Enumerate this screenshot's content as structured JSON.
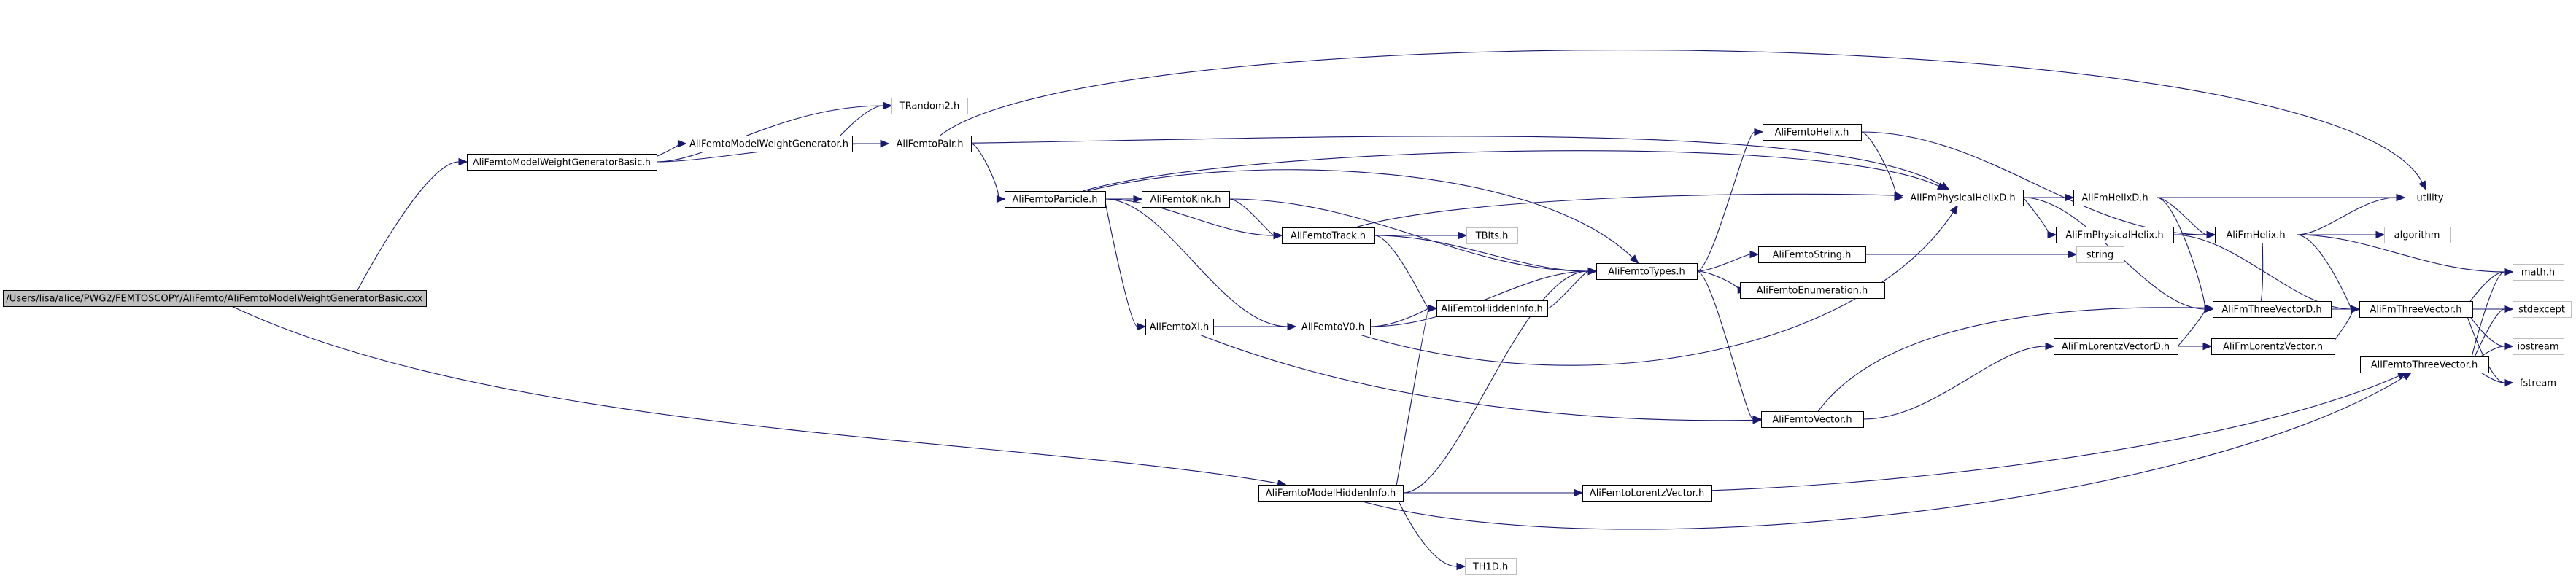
{
  "graph": {
    "edge_color": "#191970",
    "root_fill": "#bfbfbf",
    "system_border": "#bfbfbf",
    "nodes": [
      {
        "id": "root",
        "label": "/Users/lisa/alice/PWG2/FEMTOSCOPY/AliFemto/AliFemtoModelWeightGeneratorBasic.cxx",
        "kind": "root"
      },
      {
        "id": "wgbasic",
        "label": "AliFemtoModelWeightGeneratorBasic.h",
        "kind": "internal"
      },
      {
        "id": "hiddeninfo_model",
        "label": "AliFemtoModelHiddenInfo.h",
        "kind": "internal"
      },
      {
        "id": "trandom2",
        "label": "TRandom2.h",
        "kind": "system"
      },
      {
        "id": "wg",
        "label": "AliFemtoModelWeightGenerator.h",
        "kind": "internal"
      },
      {
        "id": "pair",
        "label": "AliFemtoPair.h",
        "kind": "internal"
      },
      {
        "id": "particle",
        "label": "AliFemtoParticle.h",
        "kind": "internal"
      },
      {
        "id": "kink",
        "label": "AliFemtoKink.h",
        "kind": "internal"
      },
      {
        "id": "track",
        "label": "AliFemtoTrack.h",
        "kind": "internal"
      },
      {
        "id": "xi",
        "label": "AliFemtoXi.h",
        "kind": "internal"
      },
      {
        "id": "v0",
        "label": "AliFemtoV0.h",
        "kind": "internal"
      },
      {
        "id": "hiddeninfo",
        "label": "AliFemtoHiddenInfo.h",
        "kind": "internal"
      },
      {
        "id": "tbits",
        "label": "TBits.h",
        "kind": "system"
      },
      {
        "id": "types",
        "label": "AliFemtoTypes.h",
        "kind": "internal"
      },
      {
        "id": "helix",
        "label": "AliFemtoHelix.h",
        "kind": "internal"
      },
      {
        "id": "femtostring",
        "label": "AliFemtoString.h",
        "kind": "internal"
      },
      {
        "id": "enumeration",
        "label": "AliFemtoEnumeration.h",
        "kind": "internal"
      },
      {
        "id": "femtovector",
        "label": "AliFemtoVector.h",
        "kind": "internal"
      },
      {
        "id": "lorentzvector",
        "label": "AliFemtoLorentzVector.h",
        "kind": "internal"
      },
      {
        "id": "th1d",
        "label": "TH1D.h",
        "kind": "system"
      },
      {
        "id": "physhelixd",
        "label": "AliFmPhysicalHelixD.h",
        "kind": "internal"
      },
      {
        "id": "stringsys",
        "label": "string",
        "kind": "system"
      },
      {
        "id": "fmhelixd",
        "label": "AliFmHelixD.h",
        "kind": "internal"
      },
      {
        "id": "physhelix",
        "label": "AliFmPhysicalHelix.h",
        "kind": "internal"
      },
      {
        "id": "threevecd",
        "label": "AliFmThreeVectorD.h",
        "kind": "internal"
      },
      {
        "id": "lorentzvecd",
        "label": "AliFmLorentzVectorD.h",
        "kind": "internal"
      },
      {
        "id": "fmlorentzvec",
        "label": "AliFmLorentzVector.h",
        "kind": "internal"
      },
      {
        "id": "femtothreevec",
        "label": "AliFemtoThreeVector.h",
        "kind": "internal"
      },
      {
        "id": "fmhelix",
        "label": "AliFmHelix.h",
        "kind": "internal"
      },
      {
        "id": "fmthreevec",
        "label": "AliFmThreeVector.h",
        "kind": "internal"
      },
      {
        "id": "utility",
        "label": "utility",
        "kind": "system"
      },
      {
        "id": "algorithm",
        "label": "algorithm",
        "kind": "system"
      },
      {
        "id": "mathh",
        "label": "math.h",
        "kind": "system"
      },
      {
        "id": "stdexcept",
        "label": "stdexcept",
        "kind": "system"
      },
      {
        "id": "iostream",
        "label": "iostream",
        "kind": "system"
      },
      {
        "id": "fstream",
        "label": "fstream",
        "kind": "system"
      }
    ],
    "edges": [
      [
        "root",
        "wgbasic"
      ],
      [
        "root",
        "hiddeninfo_model"
      ],
      [
        "wgbasic",
        "trandom2"
      ],
      [
        "wgbasic",
        "wg"
      ],
      [
        "wgbasic",
        "pair"
      ],
      [
        "wg",
        "trandom2"
      ],
      [
        "wg",
        "pair"
      ],
      [
        "pair",
        "particle"
      ],
      [
        "pair",
        "utility"
      ],
      [
        "pair",
        "physhelixd"
      ],
      [
        "particle",
        "kink"
      ],
      [
        "particle",
        "track"
      ],
      [
        "particle",
        "types"
      ],
      [
        "particle",
        "xi"
      ],
      [
        "particle",
        "v0"
      ],
      [
        "particle",
        "physhelixd"
      ],
      [
        "kink",
        "track"
      ],
      [
        "kink",
        "types"
      ],
      [
        "track",
        "types"
      ],
      [
        "track",
        "tbits"
      ],
      [
        "track",
        "hiddeninfo"
      ],
      [
        "track",
        "physhelixd"
      ],
      [
        "xi",
        "v0"
      ],
      [
        "xi",
        "femtovector"
      ],
      [
        "v0",
        "hiddeninfo"
      ],
      [
        "v0",
        "types"
      ],
      [
        "v0",
        "physhelixd"
      ],
      [
        "hiddeninfo",
        "types"
      ],
      [
        "types",
        "helix"
      ],
      [
        "types",
        "femtostring"
      ],
      [
        "types",
        "enumeration"
      ],
      [
        "types",
        "femtovector"
      ],
      [
        "helix",
        "physhelixd"
      ],
      [
        "helix",
        "fmhelix"
      ],
      [
        "femtostring",
        "stringsys"
      ],
      [
        "femtovector",
        "threevecd"
      ],
      [
        "femtovector",
        "lorentzvecd"
      ],
      [
        "hiddeninfo_model",
        "hiddeninfo"
      ],
      [
        "hiddeninfo_model",
        "types"
      ],
      [
        "hiddeninfo_model",
        "lorentzvector"
      ],
      [
        "hiddeninfo_model",
        "femtothreevec"
      ],
      [
        "hiddeninfo_model",
        "th1d"
      ],
      [
        "lorentzvector",
        "femtothreevec"
      ],
      [
        "physhelixd",
        "fmhelixd"
      ],
      [
        "physhelixd",
        "physhelix"
      ],
      [
        "physhelixd",
        "threevecd"
      ],
      [
        "fmhelixd",
        "utility"
      ],
      [
        "fmhelixd",
        "fmhelix"
      ],
      [
        "fmhelixd",
        "threevecd"
      ],
      [
        "physhelix",
        "fmhelix"
      ],
      [
        "physhelix",
        "fmthreevec"
      ],
      [
        "fmhelix",
        "utility"
      ],
      [
        "fmhelix",
        "algorithm"
      ],
      [
        "fmhelix",
        "mathh"
      ],
      [
        "fmhelix",
        "threevecd"
      ],
      [
        "fmhelix",
        "fmthreevec"
      ],
      [
        "threevecd",
        "fmthreevec"
      ],
      [
        "lorentzvecd",
        "threevecd"
      ],
      [
        "lorentzvecd",
        "fmlorentzvec"
      ],
      [
        "fmlorentzvec",
        "fmthreevec"
      ],
      [
        "femtothreevec",
        "mathh"
      ],
      [
        "femtothreevec",
        "stdexcept"
      ],
      [
        "femtothreevec",
        "iostream"
      ],
      [
        "femtothreevec",
        "fstream"
      ],
      [
        "fmthreevec",
        "mathh"
      ],
      [
        "fmthreevec",
        "stdexcept"
      ],
      [
        "fmthreevec",
        "iostream"
      ],
      [
        "fmthreevec",
        "fstream"
      ]
    ]
  }
}
